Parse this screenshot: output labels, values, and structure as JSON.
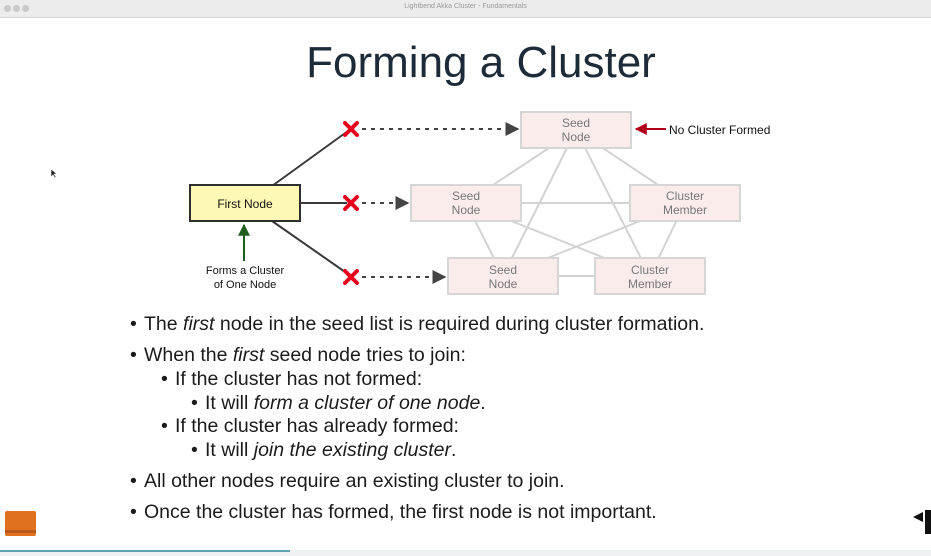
{
  "window": {
    "title": "Lightbend Akka Cluster - Fundamentals"
  },
  "slide": {
    "title": "Forming a Cluster"
  },
  "diagram": {
    "first_node": "First Node",
    "top_seed": [
      "Seed",
      "Node"
    ],
    "mid_seed": [
      "Seed",
      "Node"
    ],
    "bottom_seed": [
      "Seed",
      "Node"
    ],
    "member_right": [
      "Cluster",
      "Member"
    ],
    "member_bottom": [
      "Cluster",
      "Member"
    ],
    "no_cluster_label": "No Cluster Formed",
    "forms_label": [
      "Forms a Cluster",
      "of One Node"
    ],
    "colors": {
      "first_node_fill": "#fdf8b3",
      "node_fill": "#fbecec",
      "arrow_red": "#b0001b",
      "arrow_green": "#1f5e1f",
      "x_red": "#e8001c"
    }
  },
  "bullets": {
    "b1": {
      "pre": "The ",
      "em": "first",
      "post": " node in the seed list is required during cluster formation."
    },
    "b2": {
      "pre": "When the ",
      "em": "first",
      "post": " seed node tries to join:"
    },
    "b3": "If the cluster has not formed:",
    "b4": {
      "pre": "It will ",
      "em": "form a cluster of one node",
      "post": "."
    },
    "b5": "If the cluster has already formed:",
    "b6": {
      "pre": "It will ",
      "em": "join the existing cluster",
      "post": "."
    },
    "b7": "All other nodes require an existing cluster to join.",
    "b8": "Once the cluster has formed, the first node is not important."
  },
  "icons": {
    "logo": "lightbend-logo-icon",
    "nav": "prev-slide-icon",
    "cursor": "mouse-cursor-icon"
  }
}
